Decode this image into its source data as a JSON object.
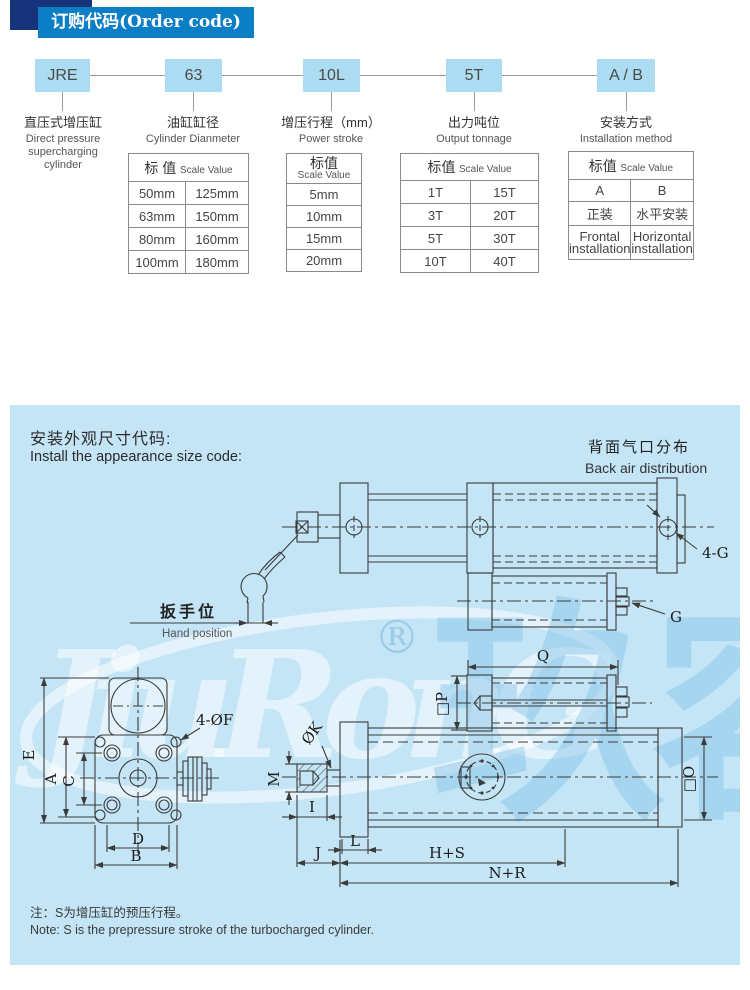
{
  "header": {
    "title": "订购代码(Order code)"
  },
  "order_code": {
    "segments": [
      {
        "code": "JRE",
        "label_zh": "直压式增压缸",
        "label_en_lines": [
          "Direct pressure",
          "supercharging",
          "cylinder"
        ]
      },
      {
        "code": "63",
        "label_zh": "油缸缸径",
        "label_en_lines": [
          "Cylinder Dianmeter"
        ]
      },
      {
        "code": "10L",
        "label_zh": "增压行程（mm）",
        "label_en_lines": [
          "Power stroke"
        ]
      },
      {
        "code": "5T",
        "label_zh": "出力吨位",
        "label_en_lines": [
          "Output tonnage"
        ]
      },
      {
        "code": "A / B",
        "label_zh": "安装方式",
        "label_en_lines": [
          "Installation method"
        ]
      }
    ]
  },
  "tables": {
    "cylinder_diameter": {
      "header_zh": "标 值",
      "header_en": "Scale Value",
      "rows": [
        [
          "50mm",
          "125mm"
        ],
        [
          "63mm",
          "150mm"
        ],
        [
          "80mm",
          "160mm"
        ],
        [
          "100mm",
          "180mm"
        ]
      ]
    },
    "power_stroke": {
      "header_zh": "标值",
      "header_en": "Scale Value",
      "rows": [
        "5mm",
        "10mm",
        "15mm",
        "20mm"
      ]
    },
    "output_tonnage": {
      "header_zh": "标值",
      "header_en": "Scale Value",
      "rows": [
        [
          "1T",
          "15T"
        ],
        [
          "3T",
          "20T"
        ],
        [
          "5T",
          "30T"
        ],
        [
          "10T",
          "40T"
        ]
      ]
    },
    "installation": {
      "header_zh": "标值",
      "header_en": "Scale Value",
      "codes": [
        "A",
        "B"
      ],
      "methods_zh": [
        "正装",
        "水平安装"
      ],
      "methods_en": [
        "Frontal installation",
        "Horizontal installation"
      ]
    }
  },
  "panel": {
    "title_zh": "安装外观尺寸代码:",
    "title_en": "Install the appearance size code:",
    "back_air_zh": "背面气口分布",
    "back_air_en": "Back air distribution",
    "hand_zh": "扳手位",
    "hand_en": "Hand position",
    "note_zh": "注：S为增压缸的预压行程。",
    "note_en": "Note: S is the prepressure stroke of the turbocharged cylinder.",
    "watermark": {
      "brand": "JiuRonG",
      "reg": "®",
      "cn": "玖容"
    }
  },
  "dims": {
    "four_g": "4-G",
    "g": "G",
    "q": "Q",
    "p": "□P",
    "k": "ØK",
    "m": "M",
    "i": "I",
    "l": "L",
    "j": "J",
    "hs": "H+S",
    "nr": "N+R",
    "o": "□O",
    "e": "E",
    "a": "A",
    "c": "C",
    "d": "D",
    "b": "B",
    "four_f": "4-ØF"
  },
  "colors": {
    "banner_blue": "#0b7ec5",
    "navy": "#16337c",
    "code_box": "#abdcf2",
    "panel_bg": "#c4e5f6",
    "line": "#3b3b3b"
  }
}
